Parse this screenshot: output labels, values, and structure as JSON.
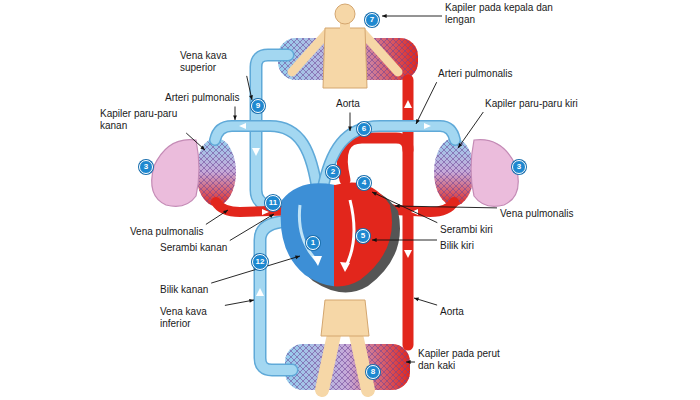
{
  "diagram": {
    "nodes": [
      {
        "text": [
          "7"
        ]
      },
      {
        "text": [
          "9"
        ]
      },
      {
        "text": [
          "6"
        ]
      },
      {
        "text": [
          "3"
        ]
      },
      {
        "text": [
          "3"
        ]
      },
      {
        "text": [
          "2"
        ]
      },
      {
        "text": [
          "4"
        ]
      },
      {
        "text": [
          "11"
        ]
      },
      {
        "text": [
          "5"
        ]
      },
      {
        "text": [
          "1"
        ]
      },
      {
        "text": [
          "12"
        ]
      },
      {
        "text": [
          "8"
        ]
      }
    ],
    "labels": [
      "Kapiler pada kepala dan lengan",
      "Vena kava superior",
      "Arteri pulmonalis",
      "Aorta",
      "Arteri pulmonalis",
      "Kapiler paru-paru kanan",
      "Kapiler paru-paru kiri",
      "Vena pulmonalis",
      "Vena pulmonalis",
      "Serambi kiri",
      "Serambi kanan",
      "Bilik kiri",
      "Bilik kanan",
      "Vena kava inferior",
      "Aorta",
      "Kapiler pada perut dan kaki"
    ]
  }
}
